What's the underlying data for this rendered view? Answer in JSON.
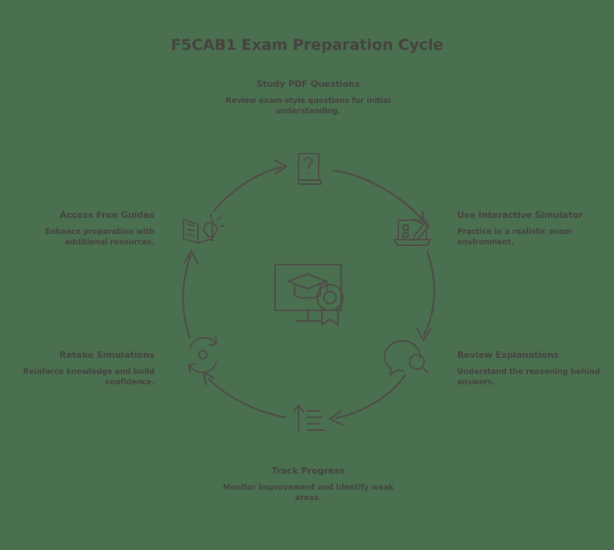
{
  "diagram": {
    "title": "F5CAB1 Exam Preparation Cycle",
    "background_color": "#4a7050",
    "ink_color": "#4f4d48",
    "text_color": "#46443f",
    "type": "cycle",
    "direction": "clockwise",
    "center": {
      "icon": "monitor-graduation-cap-award-icon",
      "label": ""
    },
    "nodes": [
      {
        "id": "study-pdf-questions",
        "position": "top",
        "title": "Study PDF Questions",
        "description": "Review exam-style questions for initial understanding.",
        "icon": "book-question-mark-icon"
      },
      {
        "id": "use-interactive-simulator",
        "position": "right-upper",
        "title": "Use Interactive Simulator",
        "description": "Practice in a realistic exam environment.",
        "icon": "monitor-pencil-icon"
      },
      {
        "id": "review-explanations",
        "position": "right-lower",
        "title": "Review Explanations",
        "description": "Understand the reasoning behind answers.",
        "icon": "speech-bubble-magnifier-icon"
      },
      {
        "id": "track-progress",
        "position": "bottom",
        "title": "Track Progress",
        "description": "Monitor improvement and identify weak areas.",
        "icon": "growth-arrow-bars-icon"
      },
      {
        "id": "retake-simulations",
        "position": "left-lower",
        "title": "Retake Simulations",
        "description": "Reinforce knowledge and build confidence.",
        "icon": "refresh-cycle-icon"
      },
      {
        "id": "access-free-guides",
        "position": "left-upper",
        "title": "Access Free Guides",
        "description": "Enhance preparation with additional resources.",
        "icon": "open-book-lightbulb-icon"
      }
    ]
  }
}
